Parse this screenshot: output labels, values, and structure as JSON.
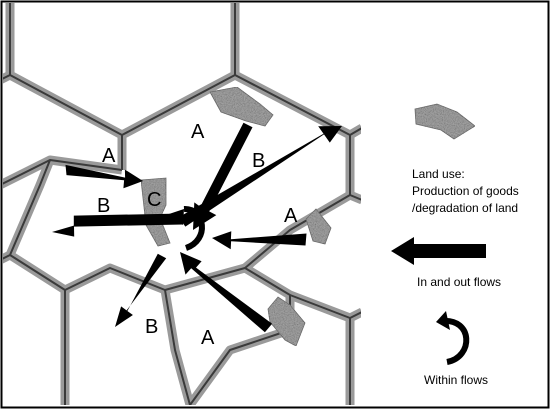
{
  "map": {
    "zone_labels": {
      "a_top": "A",
      "a_left": "A",
      "a_right": "A",
      "a_bottom": "A",
      "b_left": "B",
      "b_topright": "B",
      "b_bottom": "B",
      "c_center": "C"
    }
  },
  "legend": {
    "land_use_line1": "Land use:",
    "land_use_line2": "Production of goods",
    "land_use_line3": "/degradation of land",
    "in_out_flows": "In and out flows",
    "within_flows": "Within flows"
  },
  "colors": {
    "frame": "#000000",
    "hex_lines": "#9a9a9a",
    "hex_lines_dark": "#3a3a3a",
    "arrow": "#000000",
    "land_patch": "#a6a6a6"
  },
  "icons": {
    "land_patch": "land-patch-icon",
    "in_out_arrow": "in-out-flow-arrow-icon",
    "within_arrow": "within-flow-arrow-icon"
  }
}
